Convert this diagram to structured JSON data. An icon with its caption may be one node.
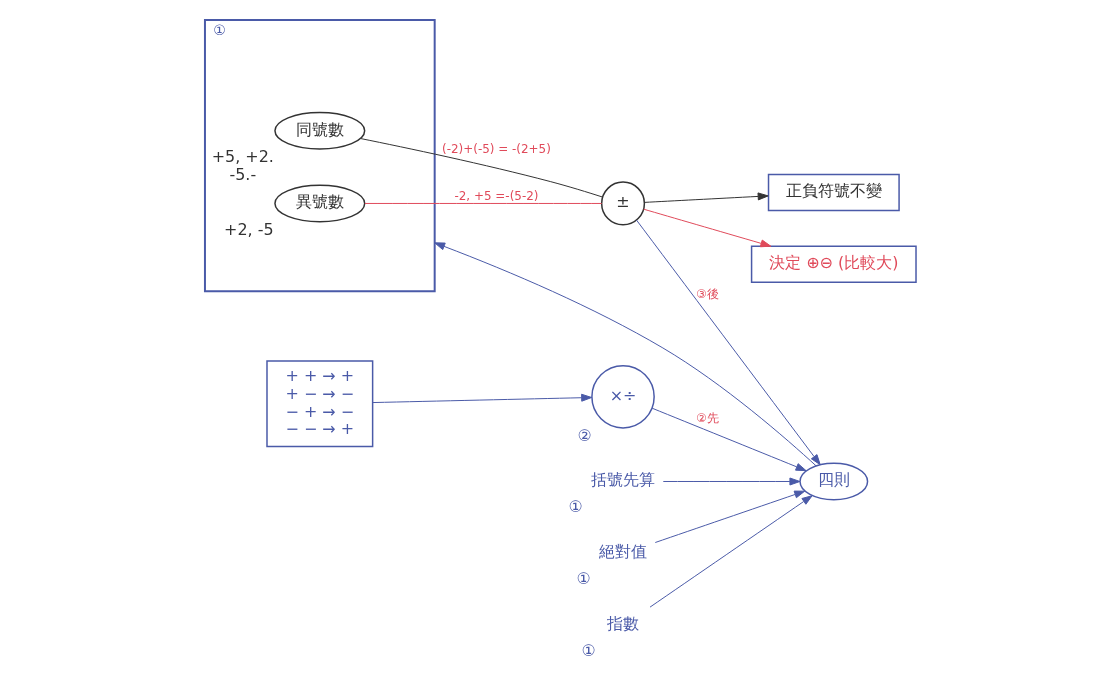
{
  "diagram": {
    "nodes": [
      {
        "text": [
          "①"
        ]
      },
      {
        "text": [
          "同號數"
        ],
        "in": 0,
        "beside": [
          "+5, +2.",
          "-5.-"
        ]
      },
      {
        "text": [
          "異號數"
        ],
        "in": 0,
        "beside": [
          "+2, -5"
        ]
      },
      {
        "text": [
          "±"
        ]
      },
      {
        "text": [
          "正負符號不變"
        ]
      },
      {
        "text": [
          "決定 ⊕⊖ (比較大)"
        ]
      },
      {
        "text": [
          "+ + → +",
          "+ − → −",
          "− + → −",
          "− − → +"
        ]
      },
      {
        "text": [
          "×÷"
        ],
        "beside": [
          "②"
        ]
      },
      {
        "text": [
          "四則"
        ]
      },
      {
        "text": [
          "括號先算"
        ],
        "beside": [
          "①"
        ]
      },
      {
        "text": [
          "絕對值"
        ],
        "beside": [
          "①"
        ]
      },
      {
        "text": [
          "指數"
        ],
        "beside": [
          "①"
        ]
      }
    ],
    "edges": [
      {
        "from": 1,
        "to": 3,
        "arrow": "none",
        "label": "(-2)+(-5) = -(2+5)",
        "color": "#333333"
      },
      {
        "from": 3,
        "to": 4,
        "arrow": "to",
        "color": "#333333"
      },
      {
        "from": 3,
        "to": 5,
        "arrow": "to",
        "color": "#e04a5a"
      },
      {
        "from": 2,
        "to": 3,
        "arrow": "none",
        "label": "-2, +5 =-(5-2)",
        "color": "#e04a5a"
      },
      {
        "from": 3,
        "to": 8,
        "arrow": "to",
        "label": "③後"
      },
      {
        "from": 7,
        "to": 8,
        "arrow": "to",
        "label": "②先"
      },
      {
        "from": 6,
        "to": 7,
        "arrow": "to"
      },
      {
        "from": 9,
        "to": 8,
        "arrow": "to"
      },
      {
        "from": 10,
        "to": 8,
        "arrow": "to"
      },
      {
        "from": 11,
        "to": 8,
        "arrow": "to"
      },
      {
        "from": 8,
        "to": 0,
        "arrow": "to"
      }
    ]
  }
}
